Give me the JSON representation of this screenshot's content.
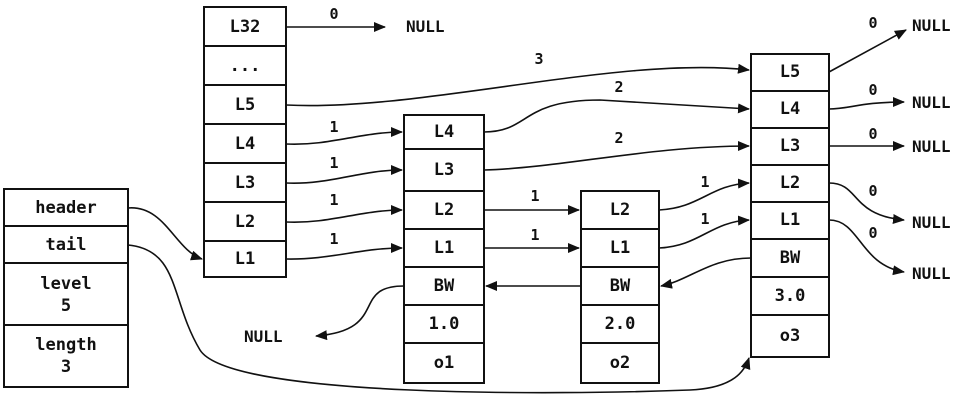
{
  "list": {
    "header": "header",
    "tail": "tail",
    "level_label": "level",
    "level_value": "5",
    "length_label": "length",
    "length_value": "3"
  },
  "header_node": {
    "levels": [
      "L32",
      "...",
      "L5",
      "L4",
      "L3",
      "L2",
      "L1"
    ]
  },
  "nodes": [
    {
      "levels": [
        "L4",
        "L3",
        "L2",
        "L1"
      ],
      "backward": "BW",
      "score": "1.0",
      "obj": "o1"
    },
    {
      "levels": [
        "L2",
        "L1"
      ],
      "backward": "BW",
      "score": "2.0",
      "obj": "o2"
    },
    {
      "levels": [
        "L5",
        "L4",
        "L3",
        "L2",
        "L1"
      ],
      "backward": "BW",
      "score": "3.0",
      "obj": "o3"
    }
  ],
  "null_label": "NULL",
  "spans": {
    "hdr_L32": "0",
    "hdr_L5": "3",
    "hdr_L4": "1",
    "hdr_L3": "1",
    "hdr_L2": "1",
    "hdr_L1": "1",
    "n1_L4": "2",
    "n1_L3": "2",
    "n1_L2": "1",
    "n1_L1": "1",
    "n2_L2": "1",
    "n2_L1": "1",
    "n3_L5": "0",
    "n3_L4": "0",
    "n3_L3": "0",
    "n3_L2": "0",
    "n3_L1": "0"
  }
}
